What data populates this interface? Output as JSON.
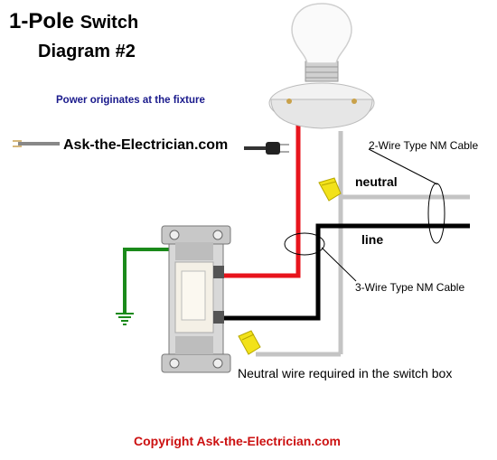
{
  "title": {
    "line1_main": "1-Pole",
    "line1_sub": "Switch",
    "line2": "Diagram #2"
  },
  "note_power": "Power originates at the fixture",
  "brand": "Ask-the-Electrician.com",
  "labels": {
    "neutral": "neutral",
    "line": "line",
    "cable_2wire": "2-Wire Type NM Cable",
    "cable_3wire": "3-Wire Type NM Cable",
    "neutral_required": "Neutral wire required in the switch box"
  },
  "copyright": "Copyright Ask-the-Electrician.com",
  "colors": {
    "hot_red": "#e8141c",
    "black": "#000000",
    "neutral_gray": "#c4c4c4",
    "ground_green": "#1a8a1a",
    "wire_nut_yellow": "#f2e21a",
    "copyright_red": "#cc1111",
    "note_blue": "#1a1a8c"
  },
  "icons": [
    "light-bulb-fixture-icon",
    "power-cord-icon",
    "toggle-switch-icon",
    "wire-nut-icon",
    "ground-symbol-icon"
  ]
}
